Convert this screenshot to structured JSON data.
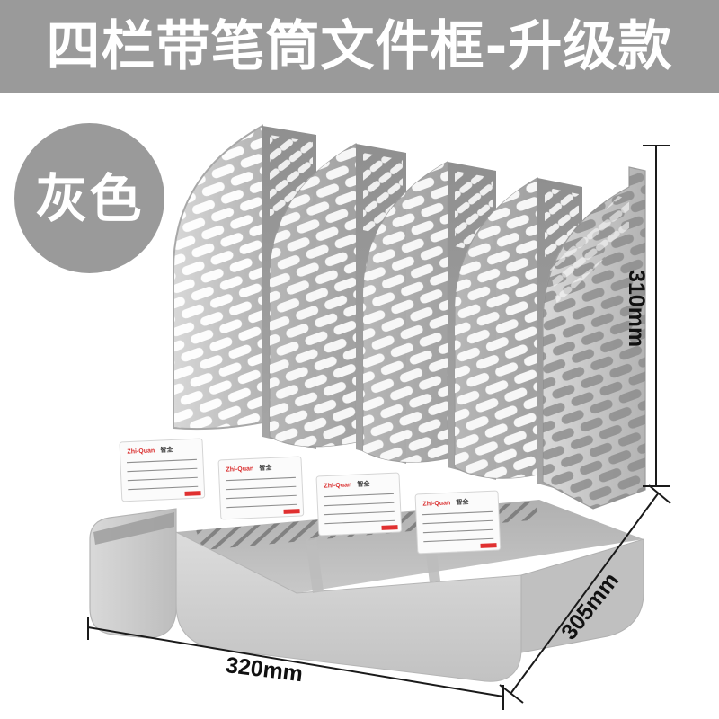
{
  "banner": {
    "title": "四栏带笔筒文件框-升级款",
    "bg_color": "#9a9a9a",
    "text_color": "#ffffff"
  },
  "color_badge": {
    "label": "灰色",
    "bg_color": "#9a9a9a",
    "text_color": "#ffffff"
  },
  "product": {
    "name": "four-slot-file-organizer-with-pen-holder",
    "body_color": "#c9c9c9",
    "shadow_color": "#8d8d8d",
    "compartment_count": 4,
    "has_pen_holder": true,
    "labels": [
      {
        "brand": "Zhi-Quan",
        "brand_cn": "智全",
        "ruled_lines": 4,
        "tab_color": "#e03030"
      },
      {
        "brand": "Zhi-Quan",
        "brand_cn": "智全",
        "ruled_lines": 4,
        "tab_color": "#e03030"
      },
      {
        "brand": "Zhi-Quan",
        "brand_cn": "智全",
        "ruled_lines": 4,
        "tab_color": "#e03030"
      },
      {
        "brand": "Zhi-Quan",
        "brand_cn": "智全",
        "ruled_lines": 4,
        "tab_color": "#e03030"
      }
    ]
  },
  "dimensions": {
    "height": "310mm",
    "width": "320mm",
    "depth": "305mm",
    "line_color": "#1a1a1a"
  }
}
